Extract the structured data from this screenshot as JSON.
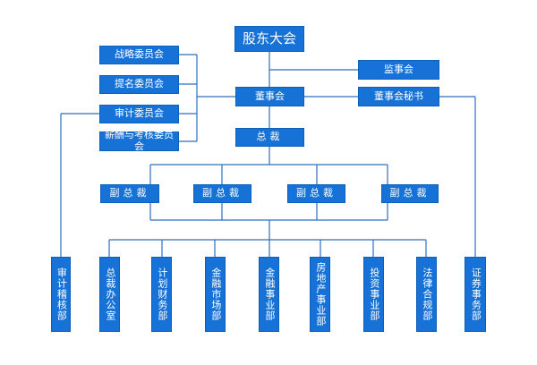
{
  "chart": {
    "shareholders_meeting": "股东大会",
    "supervisory_board": "监事会",
    "board": "董事会",
    "board_secretary": "董事会秘书",
    "committees": [
      "战略委员会",
      "提名委员会",
      "审计委员会",
      "薪酬与考核委员会"
    ],
    "president": "总裁",
    "vice_presidents": [
      "副总裁",
      "副总裁",
      "副总裁",
      "副总裁"
    ],
    "departments": [
      "审计稽核部",
      "总裁办公室",
      "计划财务部",
      "金融市场部",
      "金融事业部",
      "房地产事业部",
      "投资事业部",
      "法律合规部",
      "证券事务部"
    ],
    "colors": {
      "box": "#1672d6",
      "line": "#2d6fbd"
    }
  }
}
